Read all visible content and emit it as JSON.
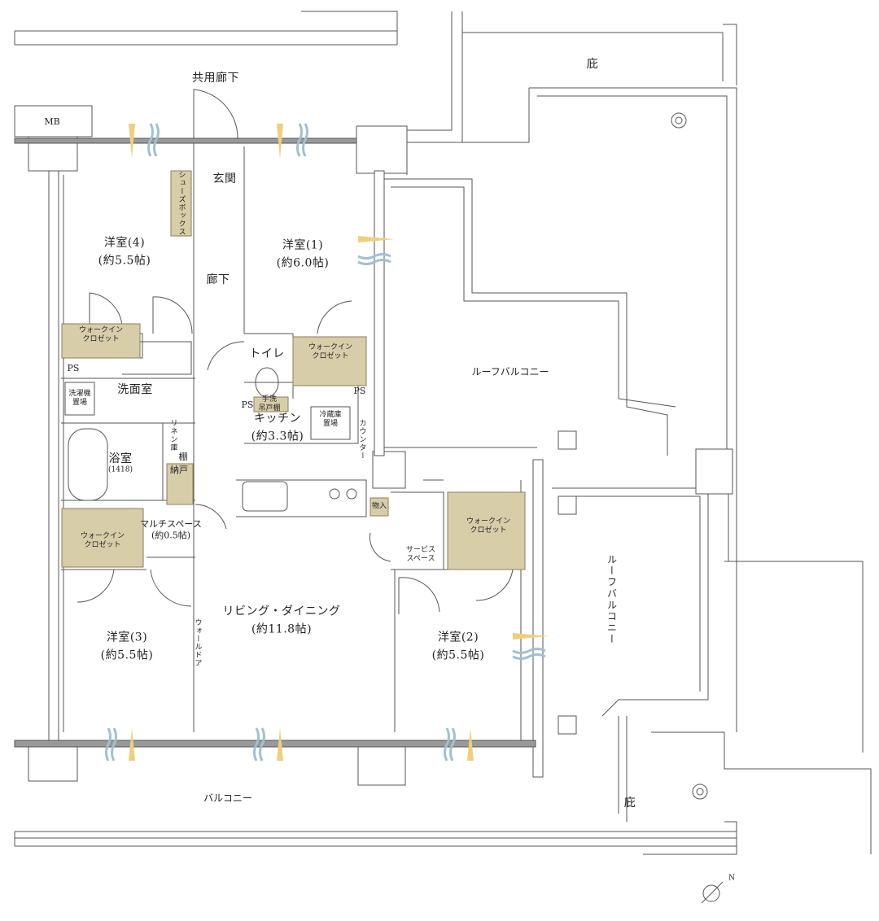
{
  "labels": {
    "shared_corridor": "共用廊下",
    "mb": "MB",
    "eaves_top": "庇",
    "entrance": "玄関",
    "shoe_box": "シューズボックス",
    "hallway": "廊下",
    "toilet": "トイレ",
    "wash_room": "洗面室",
    "washer_space": "洗濯機\n置場",
    "linen_storage": "リネン庫",
    "bath": "浴室",
    "bath_size": "(1418)",
    "shelf": "棚",
    "closet_storage": "納戸",
    "multi_space": "マルチスペース\n(約0.5帖)",
    "kitchen": "キッチン\n(約3.3帖)",
    "fridge_space": "冷蔵庫\n置場",
    "counter": "カウンター",
    "hand_wash": "手洗\n吊戸棚",
    "ps": "PS",
    "storage": "物入",
    "service_space": "サービス\nスペース",
    "walk_in_closet": "ウォークイン\nクロゼット",
    "wall_door": "ウォールドア",
    "ldk": "リビング・ダイニング\n(約11.8帖)",
    "roof_balcony_1": "ルーフバルコニー",
    "roof_balcony_2": "ルーフバルコニー",
    "balcony": "バルコニー",
    "eaves_bottom": "庇",
    "compass_n": "N"
  },
  "rooms": {
    "r1": "洋室(1)\n(約6.0帖)",
    "r2": "洋室(2)\n(約5.5帖)",
    "r3": "洋室(3)\n(約5.5帖)",
    "r4": "洋室(4)\n(約5.5帖)"
  },
  "colors": {
    "wall": "#7a7a7a",
    "closet": "#d8cda9",
    "airflow_yellow": "#f0cf7c",
    "airflow_blue": "#9ec1d3",
    "line": "#555555"
  }
}
